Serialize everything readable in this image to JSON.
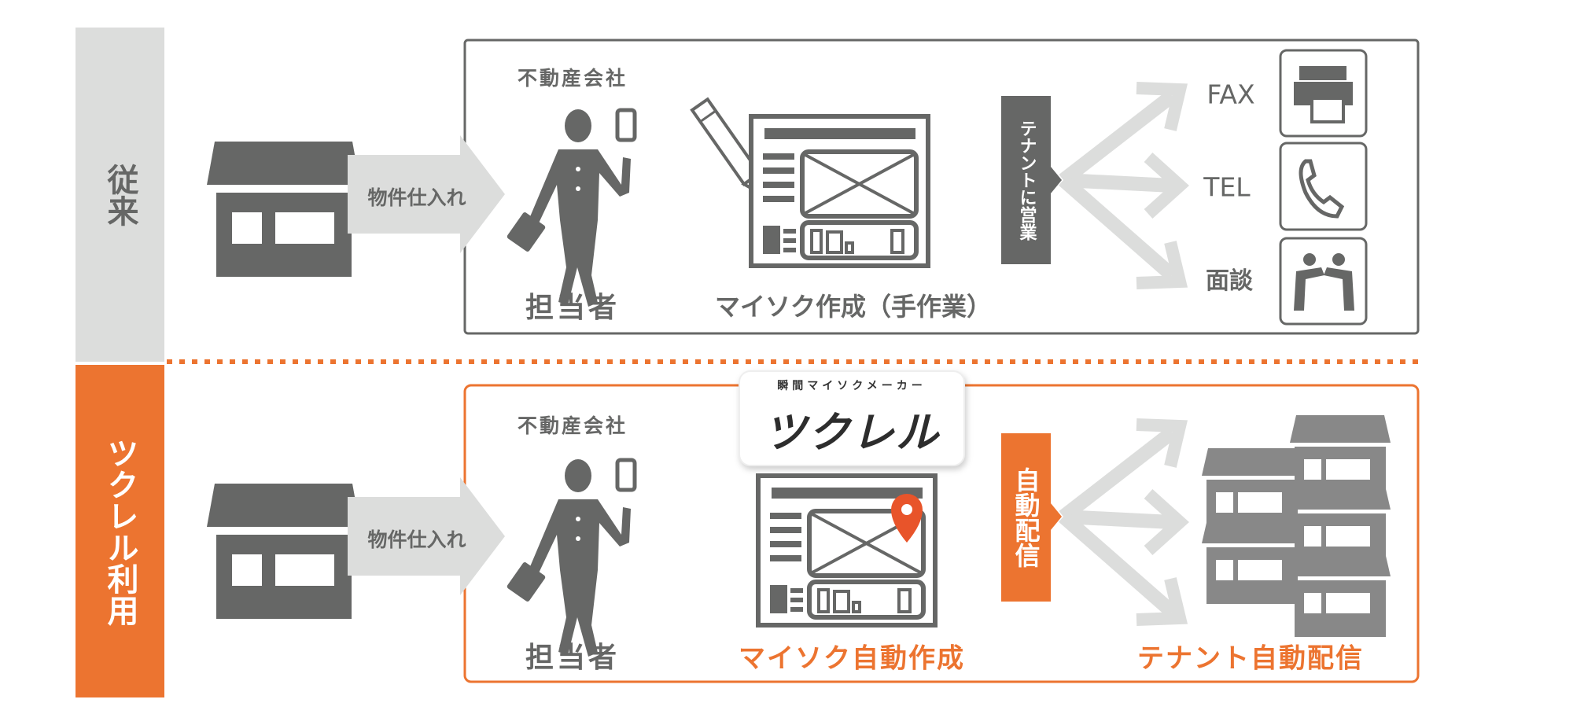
{
  "colors": {
    "gray": "#666766",
    "light_gray": "#dcdddc",
    "orange": "#ec7430",
    "pin": "#e8542a"
  },
  "conventional": {
    "section_label": "従来",
    "arrow_label": "物件仕入れ",
    "company_label": "不動産会社",
    "person_label": "担当者",
    "document_caption": "マイソク作成（手作業）",
    "sales_label": "テナントに営業",
    "channels": [
      {
        "label": "FAX",
        "icon": "fax-icon"
      },
      {
        "label": "TEL",
        "icon": "phone-icon"
      },
      {
        "label": "面談",
        "icon": "meeting-bow-icon"
      }
    ]
  },
  "tsukureru": {
    "section_label": "ツクレル利用",
    "arrow_label": "物件仕入れ",
    "company_label": "不動産会社",
    "person_label": "担当者",
    "logo_tagline": "瞬間マイソクメーカー",
    "logo_text": "ツクレル",
    "document_caption": "マイソク自動作成",
    "delivery_label": "自動配信",
    "tenant_caption": "テナント自動配信"
  }
}
